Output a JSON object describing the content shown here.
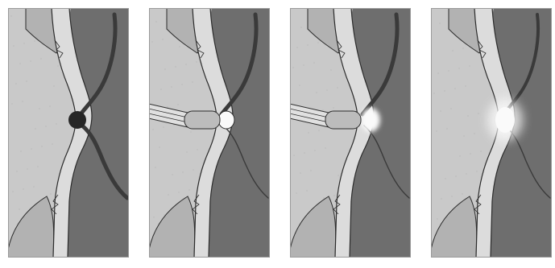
{
  "figure": {
    "panel_count": 4,
    "colors": {
      "page": "#ffffff",
      "background": "#c9c9c9",
      "grain": "#bdbdbd",
      "dark_tissue": "#6e6e6e",
      "cap_tissue": "#b2b2b2",
      "channel": "#dcdcdc",
      "outline": "#2b2b2b",
      "vessel": "#3a3a3a",
      "lesion": "#262626",
      "probe_body": "#e0e0e0",
      "probe_tip": "#bcbcbc",
      "glow": "#fafafa"
    },
    "panels": [
      {
        "stage": "lesion-occluding-vessel",
        "probe": false,
        "glow": "none"
      },
      {
        "stage": "probe-applied-to-lesion",
        "probe": true,
        "glow": "none"
      },
      {
        "stage": "probe-treating-lesion",
        "probe": true,
        "glow": "partial"
      },
      {
        "stage": "after-treatment",
        "probe": false,
        "glow": "full"
      }
    ]
  }
}
